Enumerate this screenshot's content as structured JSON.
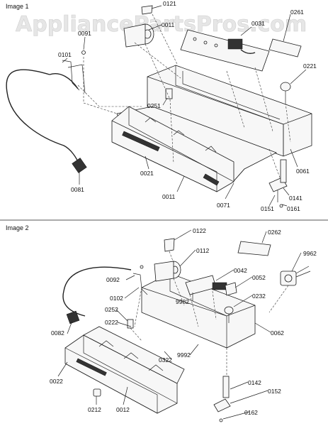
{
  "watermark": "AppliancePartsPros.com",
  "sections": [
    {
      "title": "Image 1",
      "parts": [
        "0121",
        "0011",
        "0031",
        "0261",
        "0091",
        "0101",
        "0221",
        "0251",
        "0021",
        "0011",
        "0061",
        "0081",
        "0071",
        "0141",
        "0151",
        "0161"
      ]
    },
    {
      "title": "Image 2",
      "parts": [
        "0122",
        "0262",
        "0112",
        "9962",
        "0042",
        "0052",
        "0092",
        "0102",
        "9982",
        "0232",
        "0252",
        "0222",
        "0082",
        "0062",
        "9992",
        "0322",
        "0022",
        "0142",
        "0152",
        "0212",
        "0012",
        "0162"
      ]
    }
  ]
}
